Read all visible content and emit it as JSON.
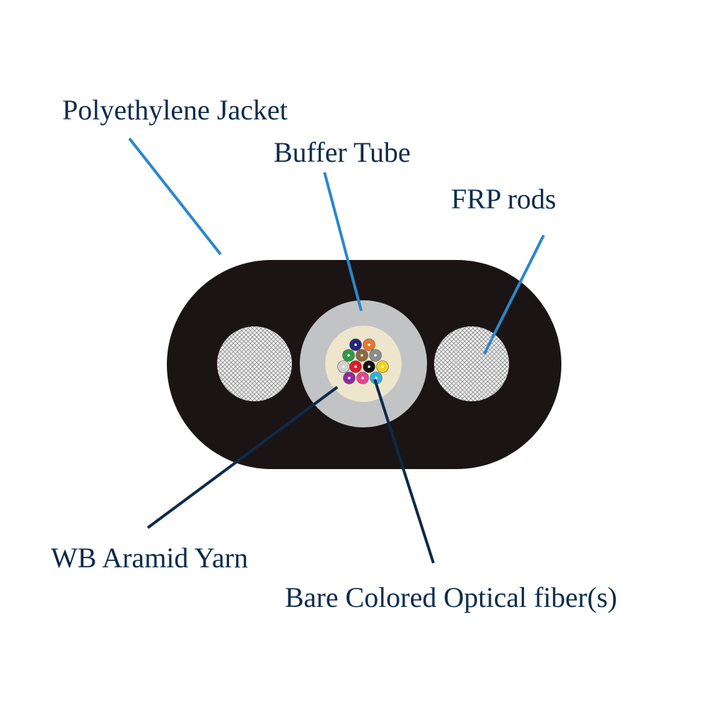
{
  "labels": {
    "jacket": "Polyethylene Jacket",
    "buffer_tube": "Buffer Tube",
    "frp_rods": "FRP rods",
    "aramid_yarn": "WB Aramid Yarn",
    "optical_fiber": "Bare Colored Optical fiber(s)"
  },
  "colors": {
    "label_text": "#0c2b4b",
    "jacket": "#1a1414",
    "buffer_tube": "#c2c3c5",
    "aramid_yarn": "#ede6cd",
    "frp_rod_fill": "#f2f2f2",
    "frp_rod_hatch": "#8a8a8a",
    "leader_blue": "#2a87cc",
    "leader_navy": "#0d2a48"
  },
  "fibers": [
    {
      "color": "#25257a"
    },
    {
      "color": "#e8782a"
    },
    {
      "color": "#2e9b45"
    },
    {
      "color": "#8a6a3e"
    },
    {
      "color": "#8c8c8c"
    },
    {
      "color": "#d0d0d0"
    },
    {
      "color": "#d71f2b"
    },
    {
      "color": "#111111"
    },
    {
      "color": "#f3d21c"
    },
    {
      "color": "#8e2aa0"
    },
    {
      "color": "#e8438f"
    },
    {
      "color": "#2ab3e6"
    }
  ]
}
